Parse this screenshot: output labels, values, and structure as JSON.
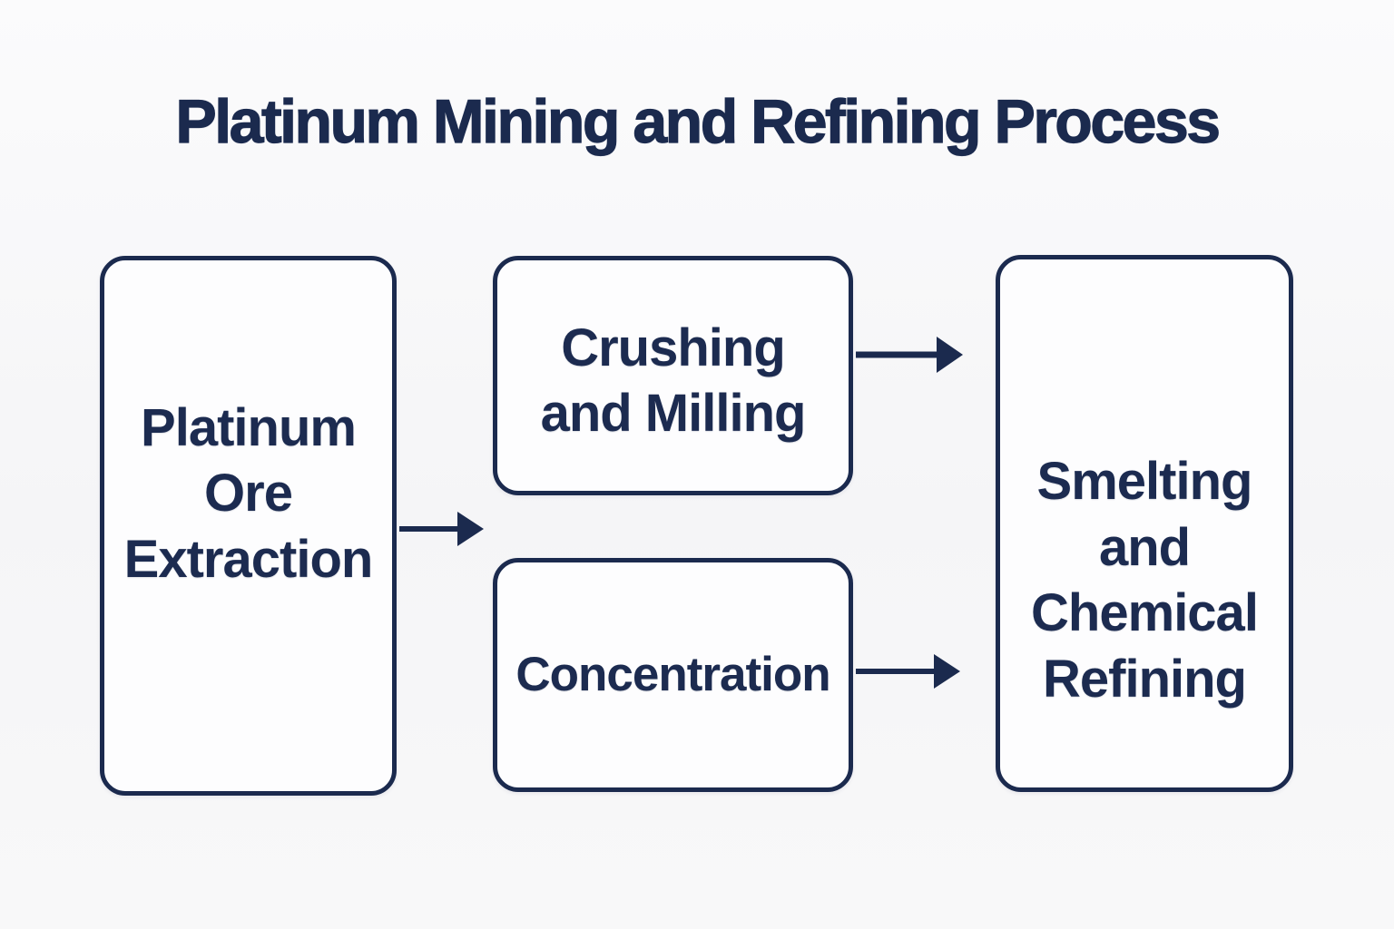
{
  "page": {
    "title": "Platinum Mining and Refining Process",
    "colors": {
      "navy": "#1b2a4e",
      "node_fill": "#fdfdfe",
      "background": "#f6f6f7"
    }
  },
  "diagram": {
    "type": "flowchart",
    "nodes": [
      {
        "id": "platinum-ore-extraction",
        "lines": [
          "Platinum",
          "Ore",
          "Extraction"
        ]
      },
      {
        "id": "crushing-and-milling",
        "lines": [
          "Crushing",
          "and Milling"
        ]
      },
      {
        "id": "concentration",
        "lines": [
          "Concentration"
        ]
      },
      {
        "id": "smelting-and-chemical-refining",
        "lines": [
          "Smelting",
          "and",
          "Chemical",
          "Refining"
        ]
      }
    ],
    "arrows": [
      {
        "from": "platinum-ore-extraction",
        "to": "crushing-and-milling and concentration",
        "direction": "right"
      },
      {
        "from": "crushing-and-milling",
        "to": "smelting-and-chemical-refining",
        "direction": "right"
      },
      {
        "from": "concentration",
        "to": "smelting-and-chemical-refining",
        "direction": "right"
      }
    ]
  }
}
